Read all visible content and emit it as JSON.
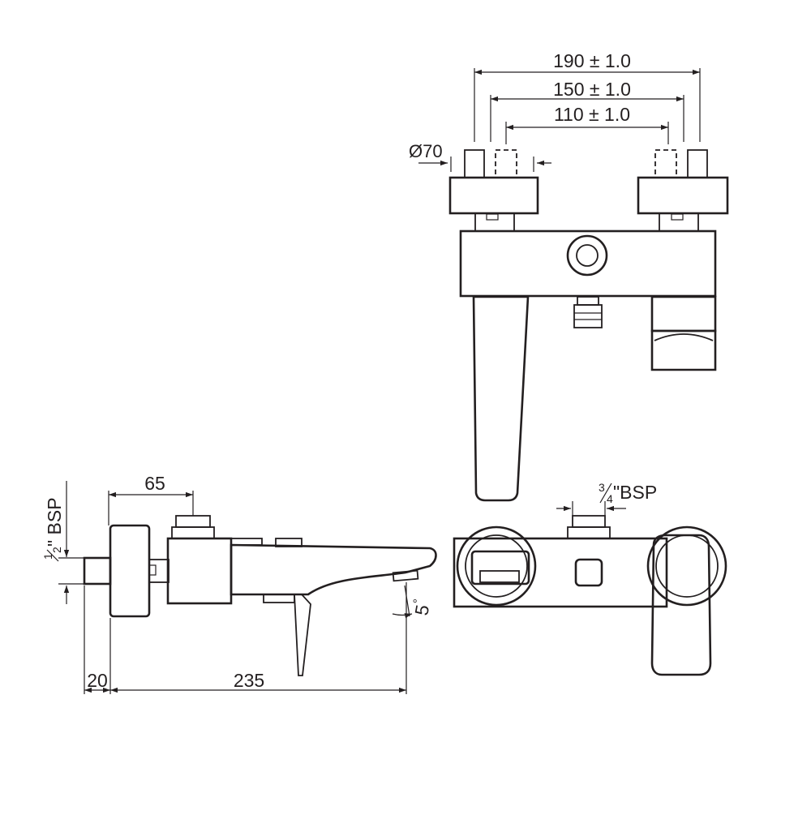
{
  "drawing": {
    "dimensions": {
      "d190": "190 ± 1.0",
      "d150": "150 ± 1.0",
      "d110": "110 ± 1.0",
      "d70": "Ø70",
      "d65": "65",
      "d20": "20",
      "d235": "235",
      "angle": "5",
      "degree": "°"
    },
    "threads": {
      "half": {
        "num": "1",
        "den": "2",
        "suffix": "\" BSP"
      },
      "three_quarter": {
        "num": "3",
        "den": "4",
        "suffix": "\"BSP"
      }
    },
    "line_color": "#231f20"
  }
}
